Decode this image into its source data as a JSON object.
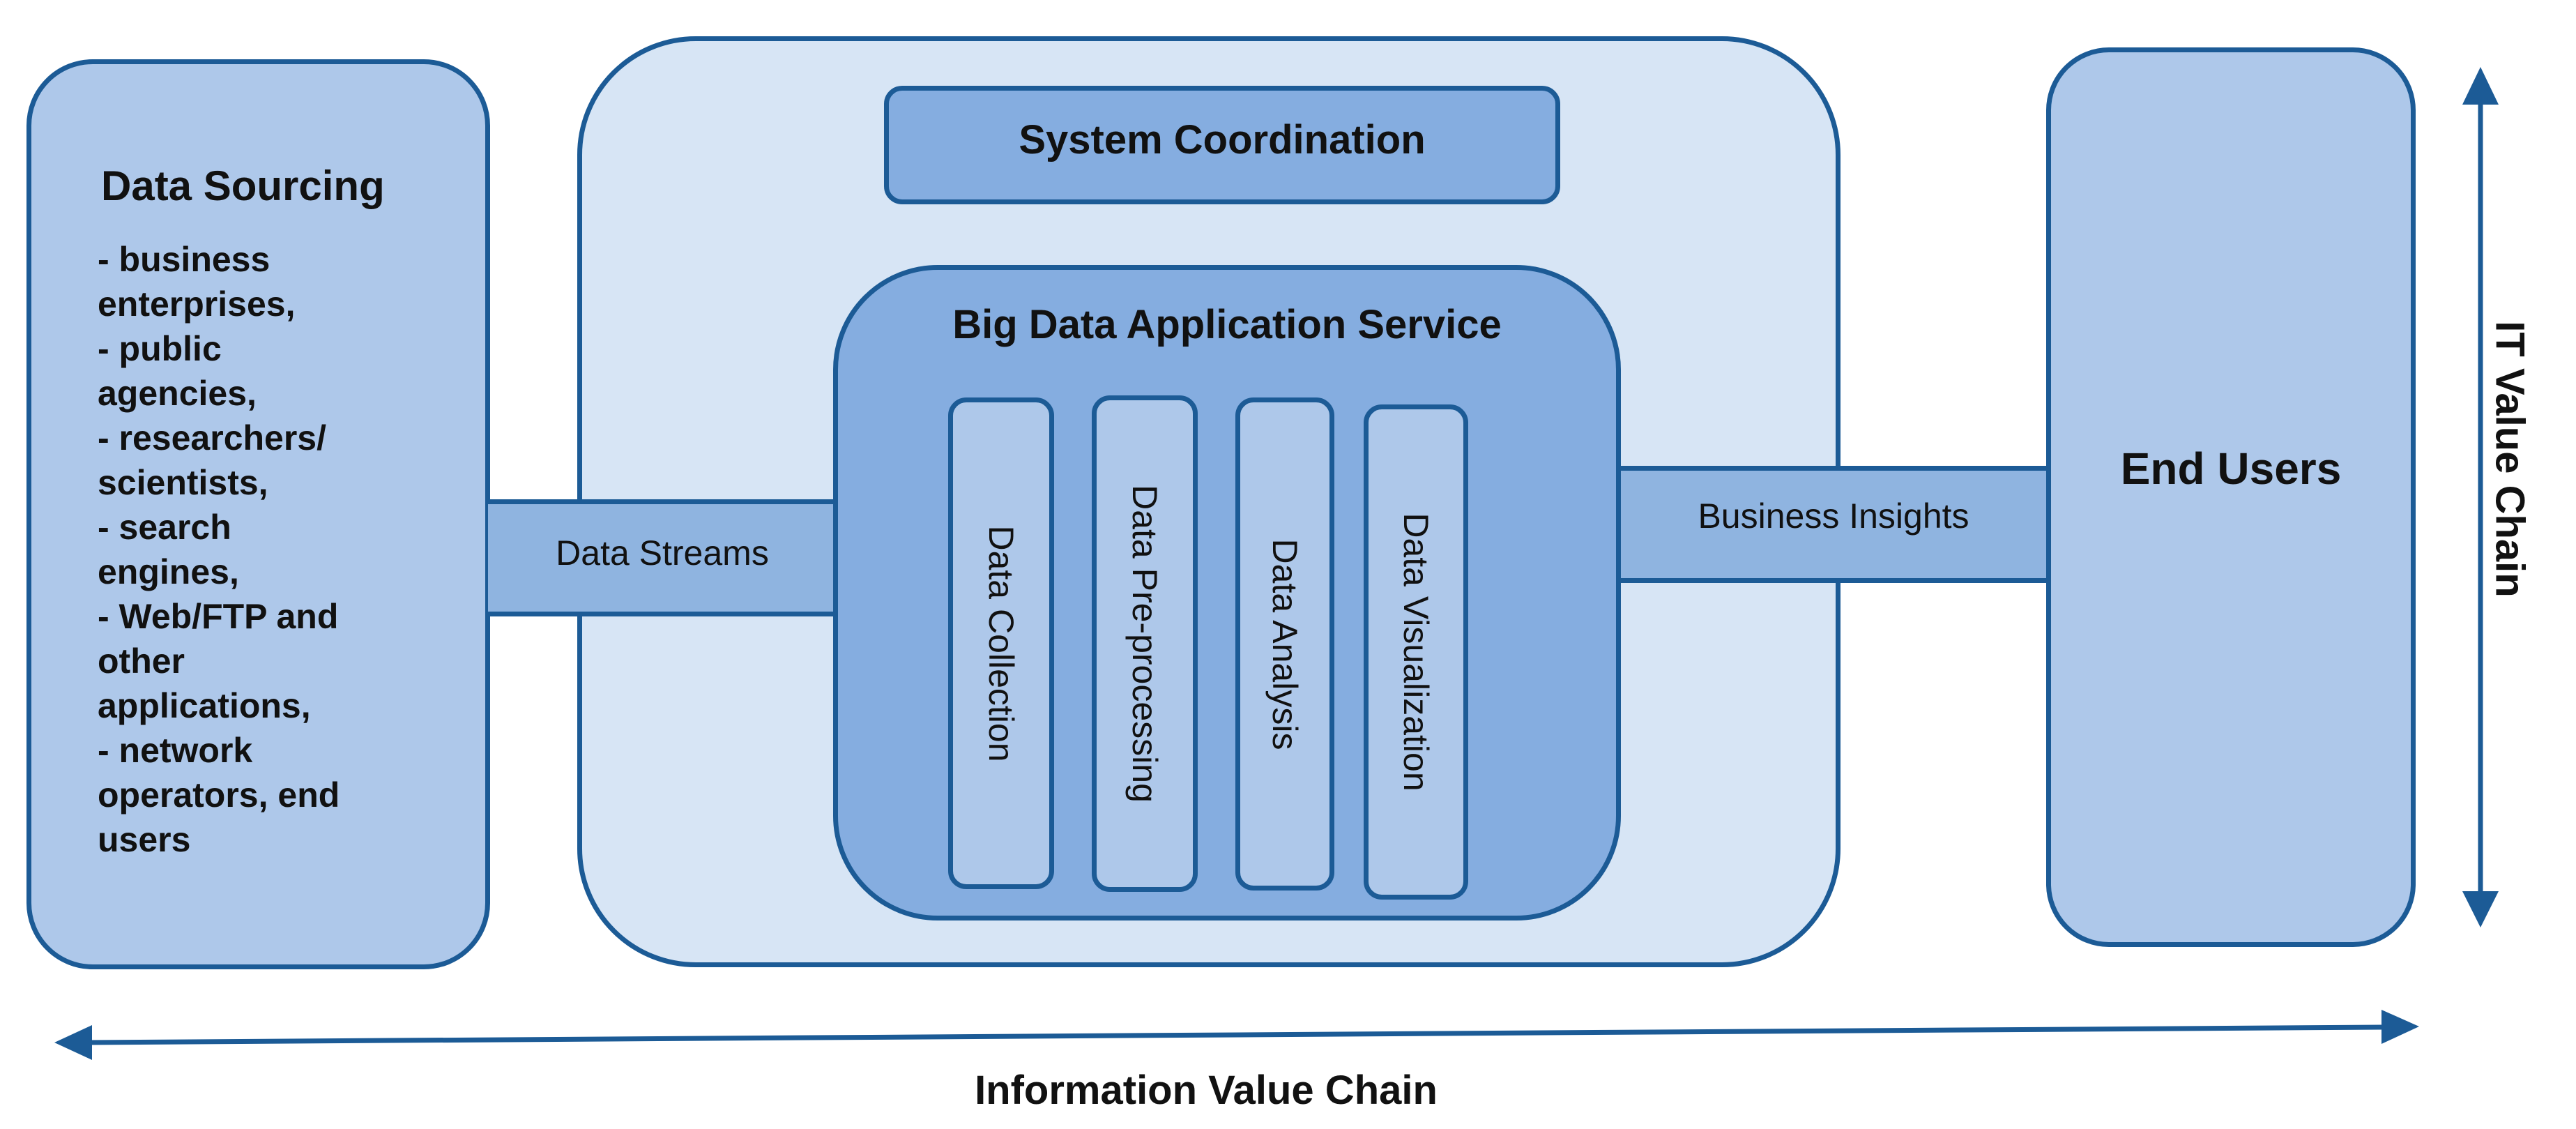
{
  "data_sourcing": {
    "title": "Data Sourcing",
    "items": [
      "- business",
      "enterprises,",
      "- public",
      "agencies,",
      "- researchers/",
      "scientists,",
      "- search",
      "engines,",
      "- Web/FTP and",
      "other",
      "applications,",
      "- network",
      "operators, end",
      "users"
    ]
  },
  "system_coordination": "System Coordination",
  "big_data_application_service": {
    "title": "Big Data Application Service",
    "stages": [
      "Data Collection",
      "Data Pre-processing",
      "Data Analysis",
      "Data Visualization"
    ]
  },
  "data_streams": "Data Streams",
  "business_insights": "Business Insights",
  "end_users": "End Users",
  "it_value_chain": "IT Value Chain",
  "information_value_chain": "Information Value Chain",
  "colors": {
    "border": "#1c5b96",
    "light_fill": "#aec8ea",
    "panel_fill": "#d7e5f5",
    "mid_fill": "#85ade0",
    "stream_fill": "#8fb4e0"
  }
}
